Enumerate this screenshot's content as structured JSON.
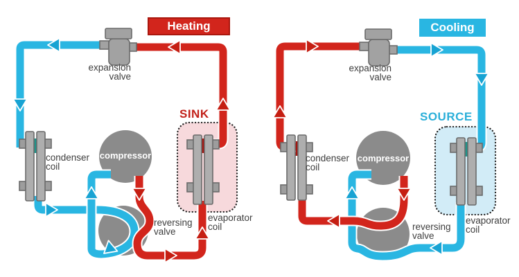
{
  "figure": {
    "description": "Heat pump refrigerant cycle diagrams in heating and cooling modes"
  },
  "colors": {
    "hot_line": "#d2251c",
    "cold_line": "#29b6e2",
    "hot_arrow": "#c51e12",
    "cold_arrow": "#17a3d3",
    "component_gray": "#8b8b8b",
    "sink_box_fill": "#f7d9dc",
    "source_box_fill": "#d2ecf7",
    "sink_text": "#c2211a",
    "source_text": "#2bafd9"
  },
  "heating": {
    "banner": "Heating",
    "zone_label": "SINK",
    "expansion_valve": [
      "expansion",
      "valve"
    ],
    "condenser": [
      "condenser",
      "coil"
    ],
    "compressor": "compressor",
    "reversing_valve": [
      "reversing",
      "valve"
    ],
    "evaporator": [
      "evaporator",
      "coil"
    ]
  },
  "cooling": {
    "banner": "Cooling",
    "zone_label": "SOURCE",
    "expansion_valve": [
      "expansion",
      "valve"
    ],
    "condenser": [
      "condenser",
      "coil"
    ],
    "compressor": "compressor",
    "reversing_valve": [
      "reversing",
      "valve"
    ],
    "evaporator": [
      "evaporator",
      "coil"
    ]
  }
}
